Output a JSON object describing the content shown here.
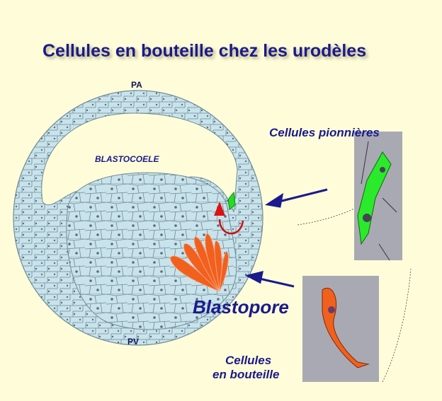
{
  "title": "Cellules en bouteille chez les urodèles",
  "labels": {
    "pa": "PA",
    "pv": "PV",
    "blastocoele": "BLASTOCOELE",
    "pionnieres": "Cellules pionnières",
    "blastopore": "Blastopore",
    "bouteille_line1": "Cellules",
    "bouteille_line2": "en bouteille"
  },
  "colors": {
    "background": "#FFFDD9",
    "cells": "#C9E3EC",
    "bottle": "#F2601E",
    "pioneer": "#22DD22",
    "arrow": "#1A1A8C",
    "text": "#1B1B8A"
  }
}
